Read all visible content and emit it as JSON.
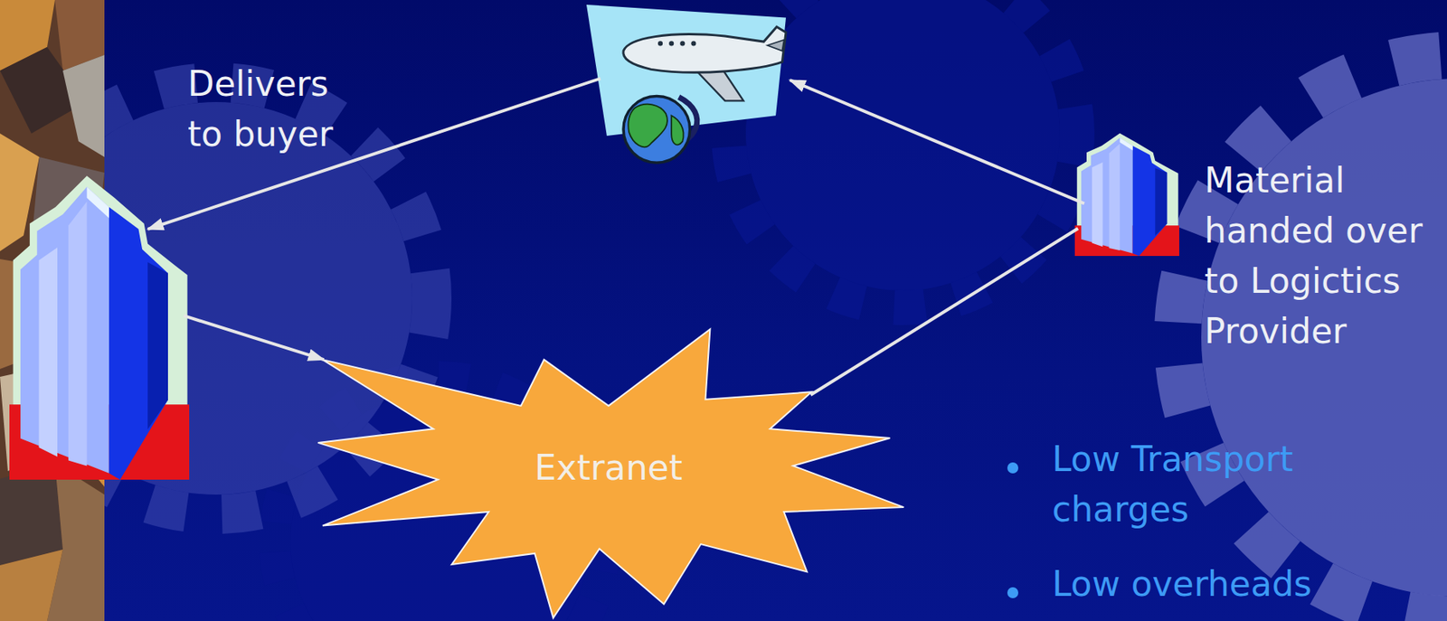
{
  "diagram": {
    "nodes": [
      {
        "text": [
          "Delivers to buyer"
        ]
      },
      {
        "text": []
      },
      {
        "text": [
          "Material handed over to Logictics Provider"
        ]
      },
      {
        "text": [
          "Extranet"
        ]
      }
    ],
    "edges": [
      {
        "from": 0,
        "to": 3,
        "arrow": "to"
      },
      {
        "from": 3,
        "to": 2,
        "arrow": "none"
      },
      {
        "from": 2,
        "to": 1,
        "arrow": "to"
      },
      {
        "from": 1,
        "to": 0,
        "arrow": "to"
      }
    ],
    "labels": [
      "Low Transport charges",
      "Low overheads"
    ]
  }
}
